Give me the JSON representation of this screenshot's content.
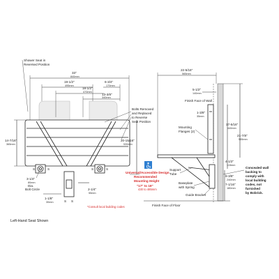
{
  "front_view": {
    "shower_seat_note": [
      "Shower Seat in",
      "Reversed Position"
    ],
    "bolts_note": [
      "Bolts Removed",
      "and Replaced",
      "to Reverse",
      "Seat Position"
    ],
    "width_overall": [
      "33\"",
      "840mm"
    ],
    "width_a": [
      "19-1/2\"",
      "495mm"
    ],
    "width_b": [
      "6-3/4\"",
      "170mm"
    ],
    "width_c": [
      "18-1/2\"",
      "470mm"
    ],
    "width_d": [
      "13-3/8\"",
      "340mm"
    ],
    "height_left": [
      "14-7/16\"",
      "365mm"
    ],
    "height_right": [
      "20-15/16\"",
      "530mm"
    ],
    "bolt_circle": [
      "3-1/4\"",
      "80mm",
      "Dia.",
      "Bolt Circle"
    ],
    "dim_bottom_a": [
      "1-1/8\"",
      "30mm"
    ],
    "dim_bottom_b": [
      "2-1/4\"",
      "55mm"
    ],
    "section_mark": "S",
    "caption": "Left-Hand Seat Shown"
  },
  "ada": {
    "title": [
      "Universal/Accessible Design",
      "Recommended",
      "Mounting Height"
    ],
    "range": "\"17\" to 19\"",
    "range_mm": "430 to 485mm",
    "consult": "*Consult local building codes"
  },
  "side_view": {
    "depth_overall": [
      "22-5/16\"",
      "565mm"
    ],
    "dim_5_1_2": [
      "5-1/2\"",
      "140mm"
    ],
    "dim_1_3_8": [
      "1-3/8\"",
      "35mm"
    ],
    "dim_17": [
      "17-5/16\"",
      "440mm"
    ],
    "dim_21": [
      "21-7/8\"",
      "555mm"
    ],
    "dim_4_1_2": [
      "4-1/2\"",
      "115mm"
    ],
    "dim_9": [
      "9-3/8\"",
      "240mm"
    ],
    "dim_7": [
      "7-1/16\"",
      "180mm"
    ],
    "finish_wall": "Finish Face of Wall",
    "mounting_flanges": [
      "Mounting",
      "Flanges (2)"
    ],
    "support_tube": [
      "Support",
      "Tube"
    ],
    "baseplate": [
      "Baseplate",
      "with Spring"
    ],
    "guide_bracket": "Guide Bracket",
    "finish_floor": "Finish Face of Floor",
    "concealed_note": [
      "Concealed wall",
      "backing to",
      "comply with",
      "local building",
      "codes, not",
      "furnished",
      "by Bobrick."
    ]
  }
}
